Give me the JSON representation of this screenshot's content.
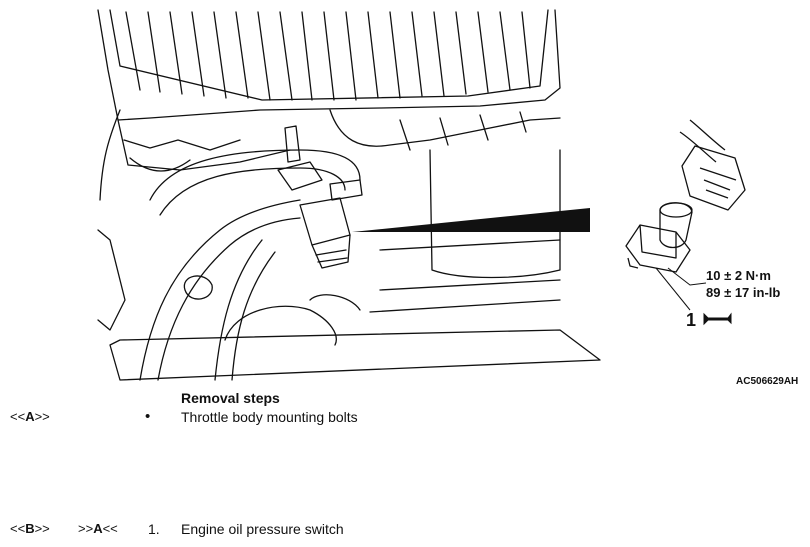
{
  "illustration": {
    "torque_metric": "10 ± 2 N·m",
    "torque_imperial": "89 ± 17 in-lb",
    "callout_number": "1",
    "figure_id": "AC506629AH"
  },
  "removal": {
    "title": "Removal steps",
    "steps": [
      {
        "pre_left": "<<",
        "pre_mark": "A",
        "pre_right": ">>",
        "post_left": "",
        "post_mark": "",
        "post_right": "",
        "number": "•",
        "text": "Throttle body mounting bolts"
      },
      {
        "pre_left": "<<",
        "pre_mark": "B",
        "pre_right": ">>",
        "post_left": ">>",
        "post_mark": "A",
        "post_right": "<<",
        "number": "1.",
        "text": "Engine oil pressure switch"
      }
    ]
  }
}
